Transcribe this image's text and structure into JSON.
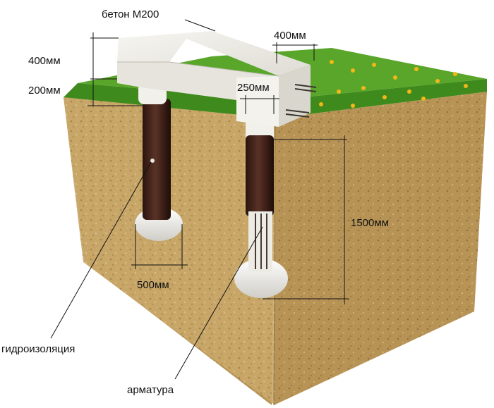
{
  "labels": {
    "concrete": "бетон М200",
    "beam_height": "400мм",
    "beam_width": "400мм",
    "grillage_depth": "200мм",
    "pile_diameter": "250мм",
    "pile_depth": "1500мм",
    "base_diameter": "500мм",
    "waterproofing": "гидроизоляция",
    "rebar": "арматура"
  },
  "colors": {
    "soil": "#c9a86a",
    "soil_dark": "#a9884e",
    "grass": "#5aa62a",
    "concrete": "#eceae3",
    "waterproofing": "#3a2018",
    "flowers": "#f2b817"
  }
}
